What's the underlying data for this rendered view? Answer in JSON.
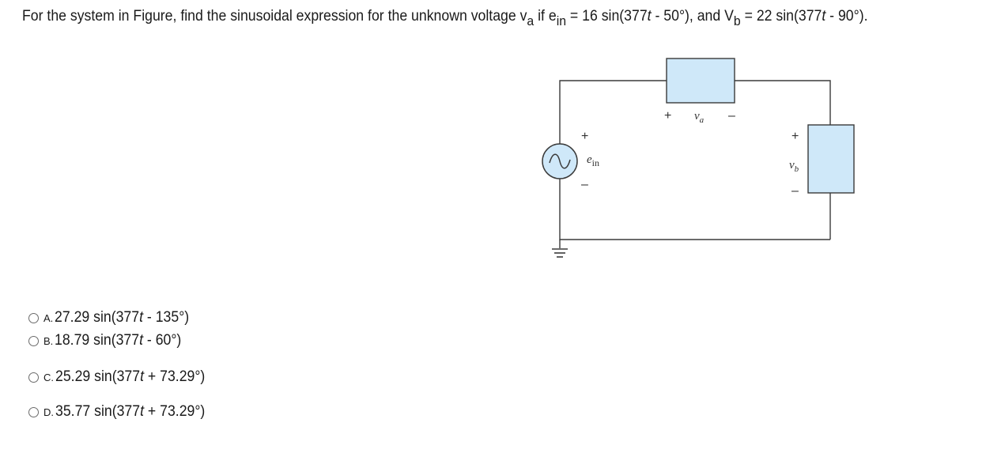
{
  "question": {
    "t1": "For the system in Figure, find the sinusoidal expression for the unknown voltage v",
    "sub_a": "a",
    "t2": " if e",
    "sub_in": "in",
    "t3": " = 16 sin(377",
    "t_var": "t",
    "t4": " - 50°), and  V",
    "sub_b": "b",
    "t5": " = 22 sin(377",
    "t6": " - 90°)."
  },
  "figure": {
    "src_label": "e",
    "src_sub": "in",
    "va_label": "v",
    "va_sub": "a",
    "vb_label": "v",
    "vb_sub": "b",
    "plus": "+",
    "minus": "–",
    "box_fill": "#cfe8f9",
    "source_fill": "#cfe8f9"
  },
  "options": [
    {
      "letter": "A.",
      "pre": "27.29 sin(377",
      "var": "t",
      "post": "  - 135°)"
    },
    {
      "letter": "B.",
      "pre": "18.79 sin(377",
      "var": "t",
      "post": " - 60°)"
    },
    {
      "letter": "C.",
      "pre": "25.29 sin(377",
      "var": "t",
      "post": " + 73.29°)"
    },
    {
      "letter": "D.",
      "pre": "35.77 sin(377",
      "var": "t",
      "post": " + 73.29°)"
    }
  ]
}
